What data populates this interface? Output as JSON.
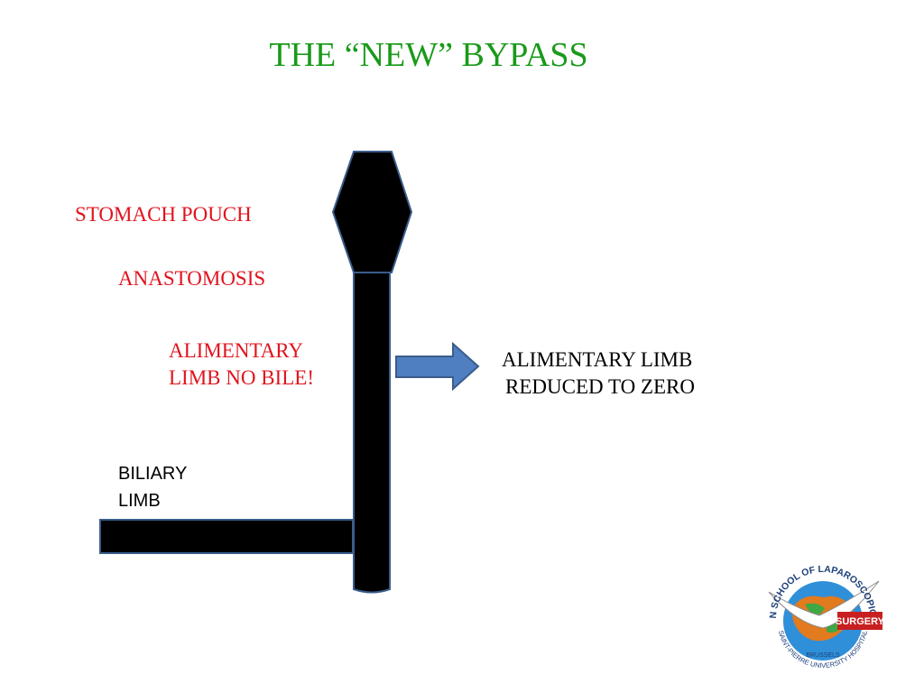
{
  "title": "THE “NEW” BYPASS",
  "labels": {
    "stomach_pouch": "STOMACH POUCH",
    "anastomosis": "ANASTOMOSIS",
    "alimentary_no_bile": [
      "ALIMENTARY",
      "LIMB NO BILE!"
    ],
    "biliary_limb": [
      "BILIARY",
      "LIMB"
    ],
    "alimentary_reduced": [
      "ALIMENTARY LIMB",
      "REDUCED TO ZERO"
    ]
  },
  "logo": {
    "arc_text": "EUROPEAN SCHOOL OF LAPAROSCOPIC SURGERY",
    "badge_text": "SURGERY",
    "city_text": "BRUSSELS",
    "bottom_text": "SAINT-PIERRE UNIVERSITY HOSPITAL"
  },
  "colors": {
    "title": "#1a9a1a",
    "red_label": "#e0141e",
    "black_label": "#000000",
    "shape_fill": "#000000",
    "shape_stroke": "#3a5d8c",
    "arrow_fill": "#4f7fc0",
    "arrow_stroke": "#3a5d8c"
  }
}
